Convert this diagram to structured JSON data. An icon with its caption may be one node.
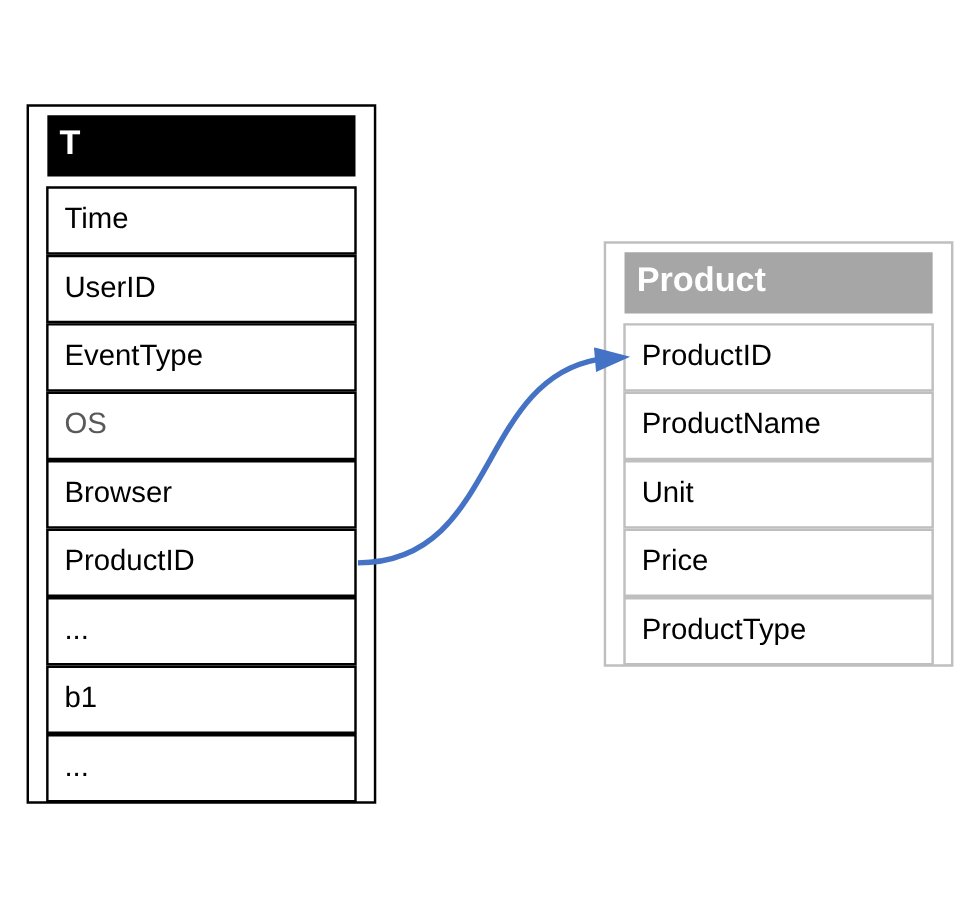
{
  "diagram": {
    "nodes": [
      {
        "text": [
          "T"
        ]
      },
      {
        "text": [
          "Time"
        ],
        "in": 0
      },
      {
        "text": [
          "UserID"
        ],
        "in": 0
      },
      {
        "text": [
          "EventType"
        ],
        "in": 0
      },
      {
        "text": [
          "OS"
        ],
        "in": 0
      },
      {
        "text": [
          "Browser"
        ],
        "in": 0
      },
      {
        "text": [
          "ProductID"
        ],
        "in": 0
      },
      {
        "text": [
          "..."
        ],
        "in": 0
      },
      {
        "text": [
          "b1"
        ],
        "in": 0
      },
      {
        "text": [
          "..."
        ],
        "in": 0
      },
      {
        "text": [
          "Product"
        ]
      },
      {
        "text": [
          "ProductID"
        ],
        "in": 10
      },
      {
        "text": [
          "ProductName"
        ],
        "in": 10
      },
      {
        "text": [
          "Unit"
        ],
        "in": 10
      },
      {
        "text": [
          "Price"
        ],
        "in": 10
      },
      {
        "text": [
          "ProductType"
        ],
        "in": 10
      }
    ],
    "edges": [
      {
        "from": 6,
        "to": 11,
        "arrow": "to",
        "color": "#4472c4"
      }
    ]
  }
}
